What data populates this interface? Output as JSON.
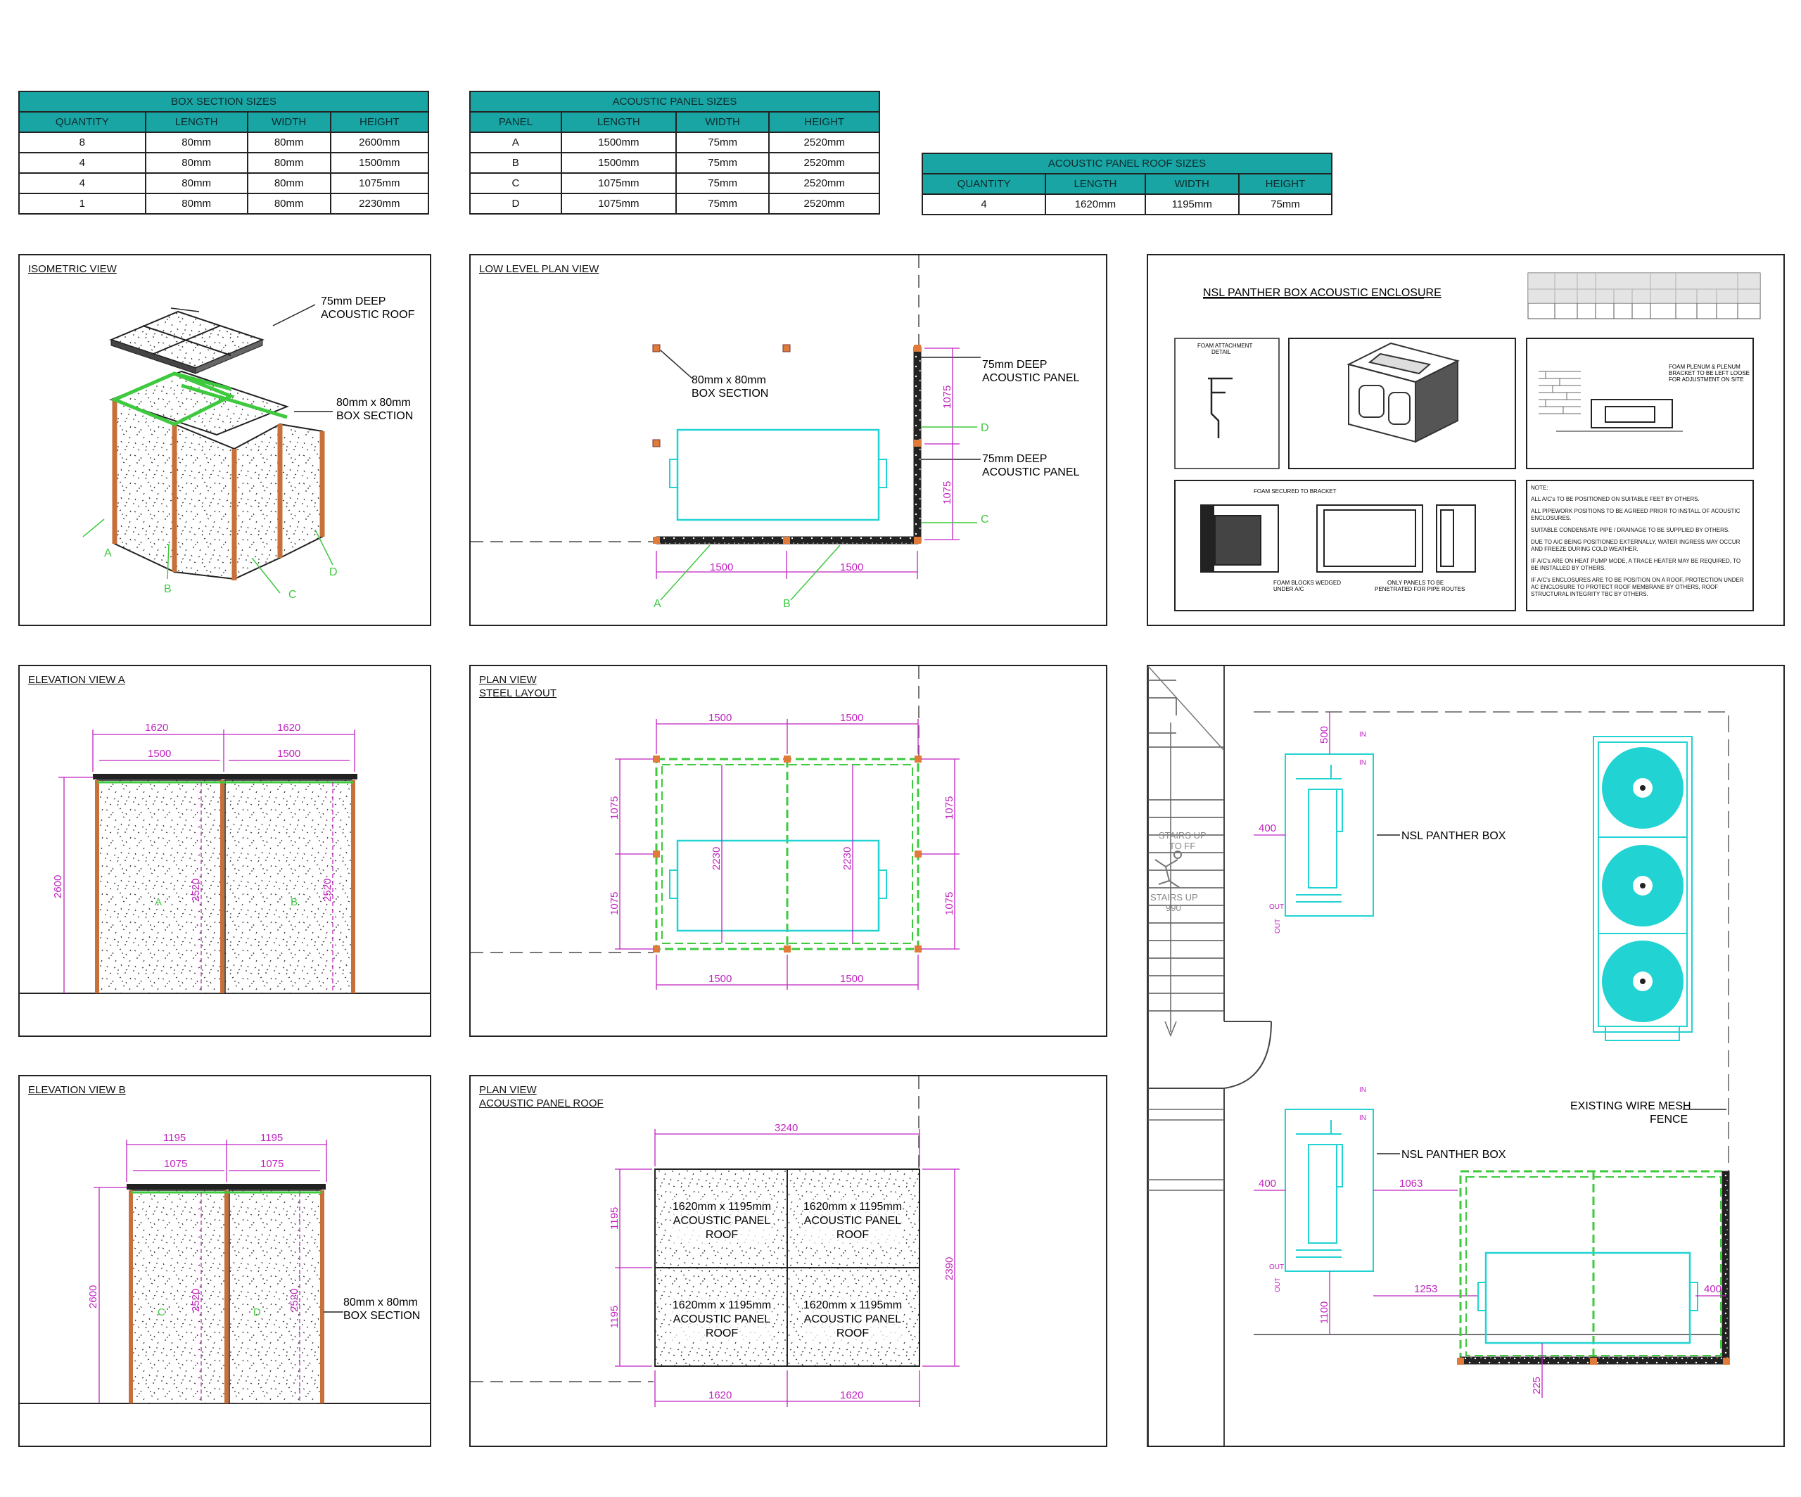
{
  "tables": {
    "box_section": {
      "title": "BOX SECTION SIZES",
      "headers": [
        "QUANTITY",
        "LENGTH",
        "WIDTH",
        "HEIGHT"
      ],
      "rows": [
        [
          "8",
          "80mm",
          "80mm",
          "2600mm"
        ],
        [
          "4",
          "80mm",
          "80mm",
          "1500mm"
        ],
        [
          "4",
          "80mm",
          "80mm",
          "1075mm"
        ],
        [
          "1",
          "80mm",
          "80mm",
          "2230mm"
        ]
      ]
    },
    "acoustic_panel": {
      "title": "ACOUSTIC PANEL SIZES",
      "headers": [
        "PANEL",
        "LENGTH",
        "WIDTH",
        "HEIGHT"
      ],
      "rows": [
        [
          "A",
          "1500mm",
          "75mm",
          "2520mm"
        ],
        [
          "B",
          "1500mm",
          "75mm",
          "2520mm"
        ],
        [
          "C",
          "1075mm",
          "75mm",
          "2520mm"
        ],
        [
          "D",
          "1075mm",
          "75mm",
          "2520mm"
        ]
      ]
    },
    "acoustic_roof": {
      "title": "ACOUSTIC PANEL ROOF SIZES",
      "headers": [
        "QUANTITY",
        "LENGTH",
        "WIDTH",
        "HEIGHT"
      ],
      "rows": [
        [
          "4",
          "1620mm",
          "1195mm",
          "75mm"
        ]
      ]
    }
  },
  "isometric": {
    "title": "ISOMETRIC VIEW",
    "roof_label": [
      "75mm DEEP",
      "ACOUSTIC ROOF"
    ],
    "box_label": [
      "80mm x 80mm",
      "BOX SECTION"
    ],
    "panels": [
      "A",
      "B",
      "C",
      "D"
    ]
  },
  "low_level_plan": {
    "title": "LOW LEVEL PLAN VIEW",
    "box_label": [
      "80mm x 80mm",
      "BOX SECTION"
    ],
    "panel_label_1": [
      "75mm DEEP",
      "ACOUSTIC PANEL"
    ],
    "panel_label_2": [
      "75mm DEEP",
      "ACOUSTIC PANEL"
    ],
    "dims": [
      "1500",
      "1500",
      "1075",
      "1075"
    ],
    "panels": [
      "A",
      "B",
      "C",
      "D"
    ]
  },
  "brochure": {
    "title": "NSL PANTHER BOX ACOUSTIC ENCLOSURE",
    "foam_detail": [
      "FOAM ATTACHMENT",
      "DETAIL"
    ],
    "bracket_note": [
      "FOAM PLENUM & PLENUM",
      "BRACKET TO BE LEFT LOOSE",
      "FOR ADJUSTMENT ON SITE"
    ],
    "foam_secured": "FOAM SECURED TO BRACKET",
    "foam_blocks": [
      "FOAM BLOCKS WEDGED",
      "UNDER A/C"
    ],
    "only_panels": [
      "ONLY PANELS TO BE",
      "PENETRATED FOR PIPE ROUTES"
    ],
    "notes": [
      "NOTE:",
      "ALL A/C's TO BE POSITIONED ON SUITABLE FEET BY OTHERS.",
      "ALL PIPEWORK POSITIONS TO BE AGREED PRIOR TO INSTALL OF ACOUSTIC ENCLOSURES.",
      "SUITABLE CONDENSATE PIPE / DRAINAGE TO BE SUPPLIED BY OTHERS.",
      "DUE TO A/C BEING POSITIONED EXTERNALLY, WATER INGRESS MAY OCCUR AND FREEZE DURING COLD WEATHER.",
      "IF A/C's ARE ON HEAT PUMP MODE, A TRACE HEATER MAY BE REQUIRED, TO BE INSTALLED BY OTHERS.",
      "IF A/C's ENCLOSURES ARE TO BE POSITION ON A ROOF, PROTECTION UNDER AC ENCLOSURE TO PROTECT ROOF MEMBRANE BY OTHERS, ROOF STRUCTURAL INTEGRITY TBC BY OTHERS."
    ]
  },
  "elevation_a": {
    "title": "ELEVATION VIEW A",
    "dims_top": [
      "1620",
      "1620"
    ],
    "dims_inner": [
      "1500",
      "1500"
    ],
    "height": "2600",
    "panel_heights": [
      "2520",
      "2520"
    ],
    "panels": [
      "A",
      "B"
    ]
  },
  "plan_steel": {
    "title": [
      "PLAN VIEW",
      "STEEL LAYOUT"
    ],
    "dims_top": [
      "1500",
      "1500"
    ],
    "dims_bottom": [
      "1500",
      "1500"
    ],
    "dims_left": [
      "1075",
      "1075"
    ],
    "dims_right": [
      "1075",
      "1075"
    ],
    "center": [
      "2230",
      "2230"
    ]
  },
  "elevation_b": {
    "title": "ELEVATION VIEW B",
    "dims_top": [
      "1195",
      "1195"
    ],
    "dims_inner": [
      "1075",
      "1075"
    ],
    "height": "2600",
    "panel_heights": [
      "2520",
      "2520"
    ],
    "panels": [
      "C",
      "D"
    ],
    "box_label": [
      "80mm x 80mm",
      "BOX SECTION"
    ]
  },
  "plan_roof": {
    "title": [
      "PLAN VIEW",
      "ACOUSTIC PANEL ROOF"
    ],
    "total_width": "3240",
    "total_height": "2390",
    "dims_bottom": [
      "1620",
      "1620"
    ],
    "dims_left": [
      "1195",
      "1195"
    ],
    "roof_label": [
      "1620mm x 1195mm",
      "ACOUSTIC PANEL",
      "ROOF"
    ]
  },
  "site_plan": {
    "stairs_1": [
      "STAIRS UP",
      "TO FF"
    ],
    "stairs_2": [
      "STAIRS UP",
      "990"
    ],
    "nsl_1": "NSL PANTHER BOX",
    "nsl_2": "NSL PANTHER BOX",
    "fence": [
      "EXISTING WIRE MESH",
      "FENCE"
    ],
    "dims": [
      "500",
      "400",
      "400",
      "1063",
      "1253",
      "1100",
      "225",
      "400"
    ],
    "in": "IN",
    "out": "OUT"
  }
}
